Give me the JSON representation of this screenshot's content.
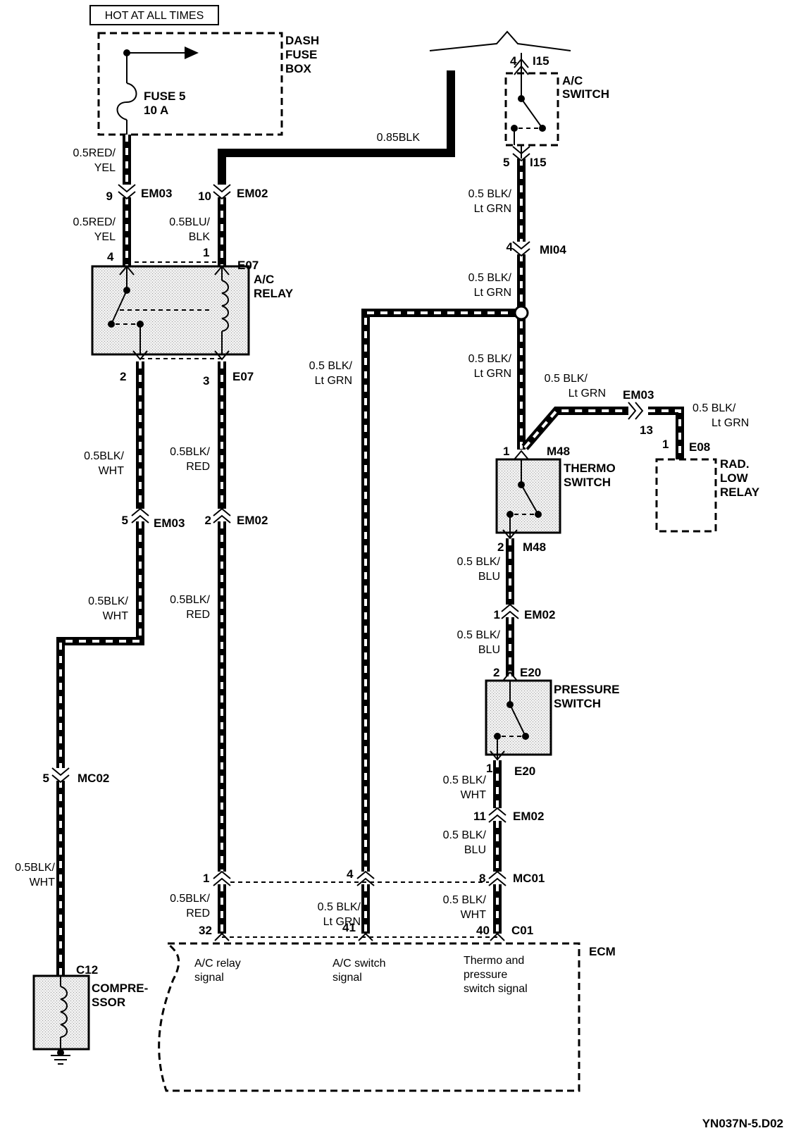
{
  "hot_label": "HOT AT ALL TIMES",
  "fuse_box": {
    "title1": "DASH",
    "title2": "FUSE",
    "title3": "BOX",
    "fuse1": "FUSE 5",
    "fuse2": "10 A"
  },
  "ac_switch": {
    "l1": "A/C",
    "l2": "SWITCH",
    "conn": "I15",
    "pin_top": "4",
    "pin_bottom": "5"
  },
  "ac_relay": {
    "l1": "A/C",
    "l2": "RELAY",
    "conn": "E07",
    "pin1": "1",
    "pin2": "2",
    "pin3": "3",
    "pin4": "4"
  },
  "thermo": {
    "l1": "THERMO",
    "l2": "SWITCH",
    "conn": "M48",
    "pin1": "1",
    "pin2": "2"
  },
  "rad_relay": {
    "l1": "RAD.",
    "l2": "LOW",
    "l3": "RELAY",
    "conn": "E08",
    "pin": "1"
  },
  "pressure": {
    "l1": "PRESSURE",
    "l2": "SWITCH",
    "conn": "E20",
    "pin1": "1",
    "pin2": "2"
  },
  "compressor": {
    "l1": "COMPRE-",
    "l2": "SSOR",
    "conn": "C12"
  },
  "ecm": {
    "name": "ECM",
    "conn": "C01",
    "sig1a": "A/C relay",
    "sig1b": "signal",
    "sig2a": "A/C switch",
    "sig2b": "signal",
    "sig3a": "Thermo and",
    "sig3b": "pressure",
    "sig3c": "switch signal",
    "pin32": "32",
    "pin41": "41",
    "pin40": "40"
  },
  "wires": {
    "red_yel_a": "0.5RED/",
    "red_yel_b": "YEL",
    "blu_blk_a": "0.5BLU/",
    "blu_blk_b": "BLK",
    "blk_wht_a": "0.5BLK/",
    "blk_wht_b": "WHT",
    "blk_red_a": "0.5BLK/",
    "blk_red_b": "RED",
    "blk85": "0.85BLK",
    "blk_grn_a": "0.5 BLK/",
    "blk_grn_b": "Lt GRN",
    "blk_blu_a": "0.5 BLK/",
    "blk_blu_b": "BLU",
    "blk_wht2_a": "0.5 BLK/",
    "blk_wht2_b": "WHT",
    "blk_wht3_a": "0.5BLK/",
    "blk_wht3_b": "WHT"
  },
  "connectors": {
    "em03": "EM03",
    "em02": "EM02",
    "mi04": "MI04",
    "mc02": "MC02",
    "mc01": "MC01",
    "p9": "9",
    "p10": "10",
    "p5": "5",
    "p2": "2",
    "p4": "4",
    "p13": "13",
    "p1": "1",
    "p11": "11",
    "p8": "8"
  },
  "footer": "YN037N-5.D02"
}
